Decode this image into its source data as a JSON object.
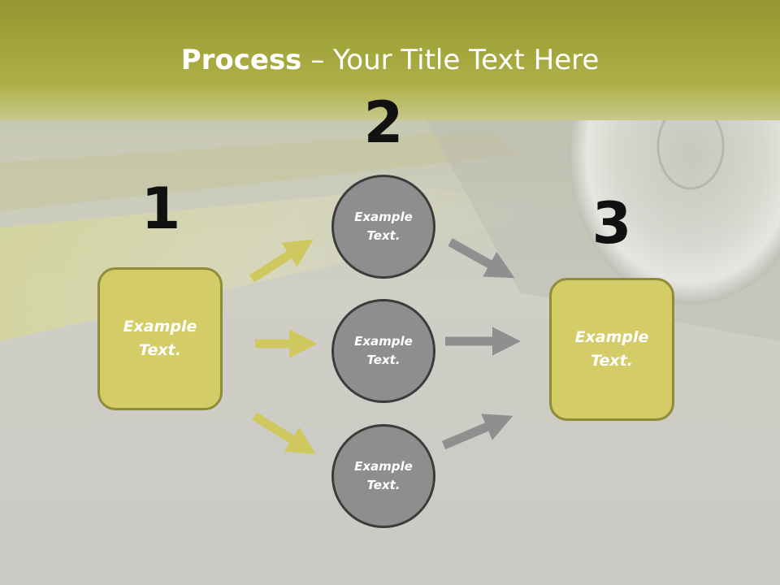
{
  "title": {
    "strong": "Process",
    "rest": " – Your Title Text Here"
  },
  "steps": {
    "one": {
      "number": "1",
      "text": "Example\nText."
    },
    "two": {
      "number": "2"
    },
    "three": {
      "number": "3",
      "text": "Example\nText."
    }
  },
  "circles": [
    {
      "text": "Example\nText."
    },
    {
      "text": "Example\nText."
    },
    {
      "text": "Example\nText."
    }
  ],
  "colors": {
    "olive_box": "#d3cc67",
    "olive_border": "#8f8c3a",
    "circle_fill": "#8e8e8e",
    "circle_border": "#3c3c3c",
    "arrow_olive": "#cfc85e",
    "arrow_gray": "#8f8f8f",
    "header": "#a3a536"
  }
}
